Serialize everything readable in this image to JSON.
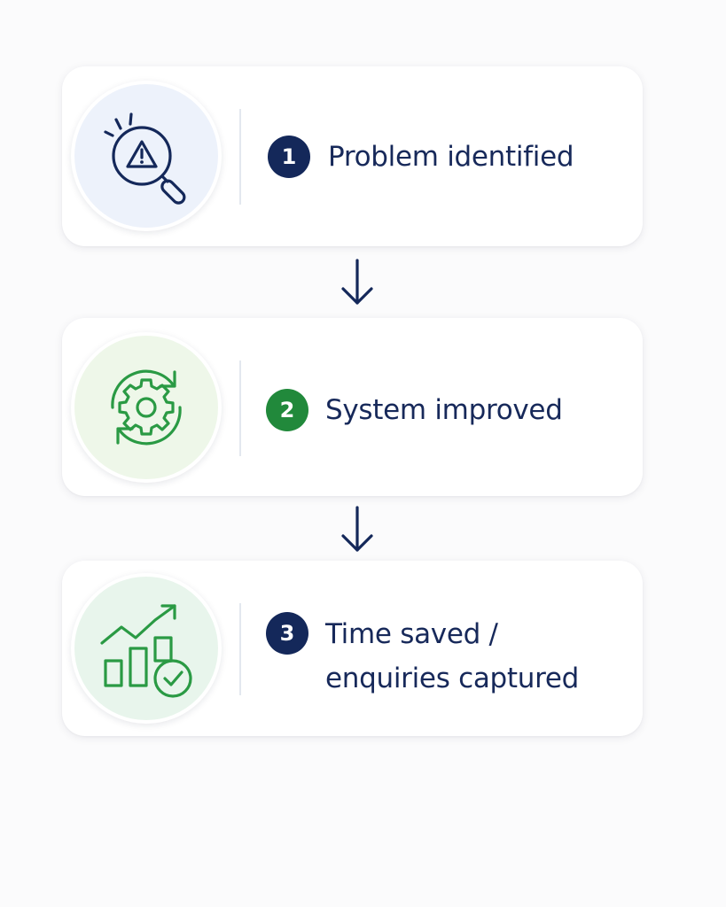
{
  "steps": [
    {
      "number": "1",
      "title": "Problem identified",
      "icon": "magnifier-warning-icon",
      "accent": "#14285a",
      "icon_color": "#14285a"
    },
    {
      "number": "2",
      "title": "System improved",
      "icon": "gear-cycle-icon",
      "accent": "#21893b",
      "icon_color": "#2a9a44"
    },
    {
      "number": "3",
      "title": "Time saved / enquiries captured",
      "icon": "growth-chart-check-icon",
      "accent": "#14285a",
      "icon_color": "#2a9a44"
    }
  ],
  "connectors": [
    "arrow-down-icon",
    "arrow-down-icon"
  ],
  "colors": {
    "background": "#fbfbfc",
    "card": "#ffffff",
    "text": "#17295a"
  }
}
